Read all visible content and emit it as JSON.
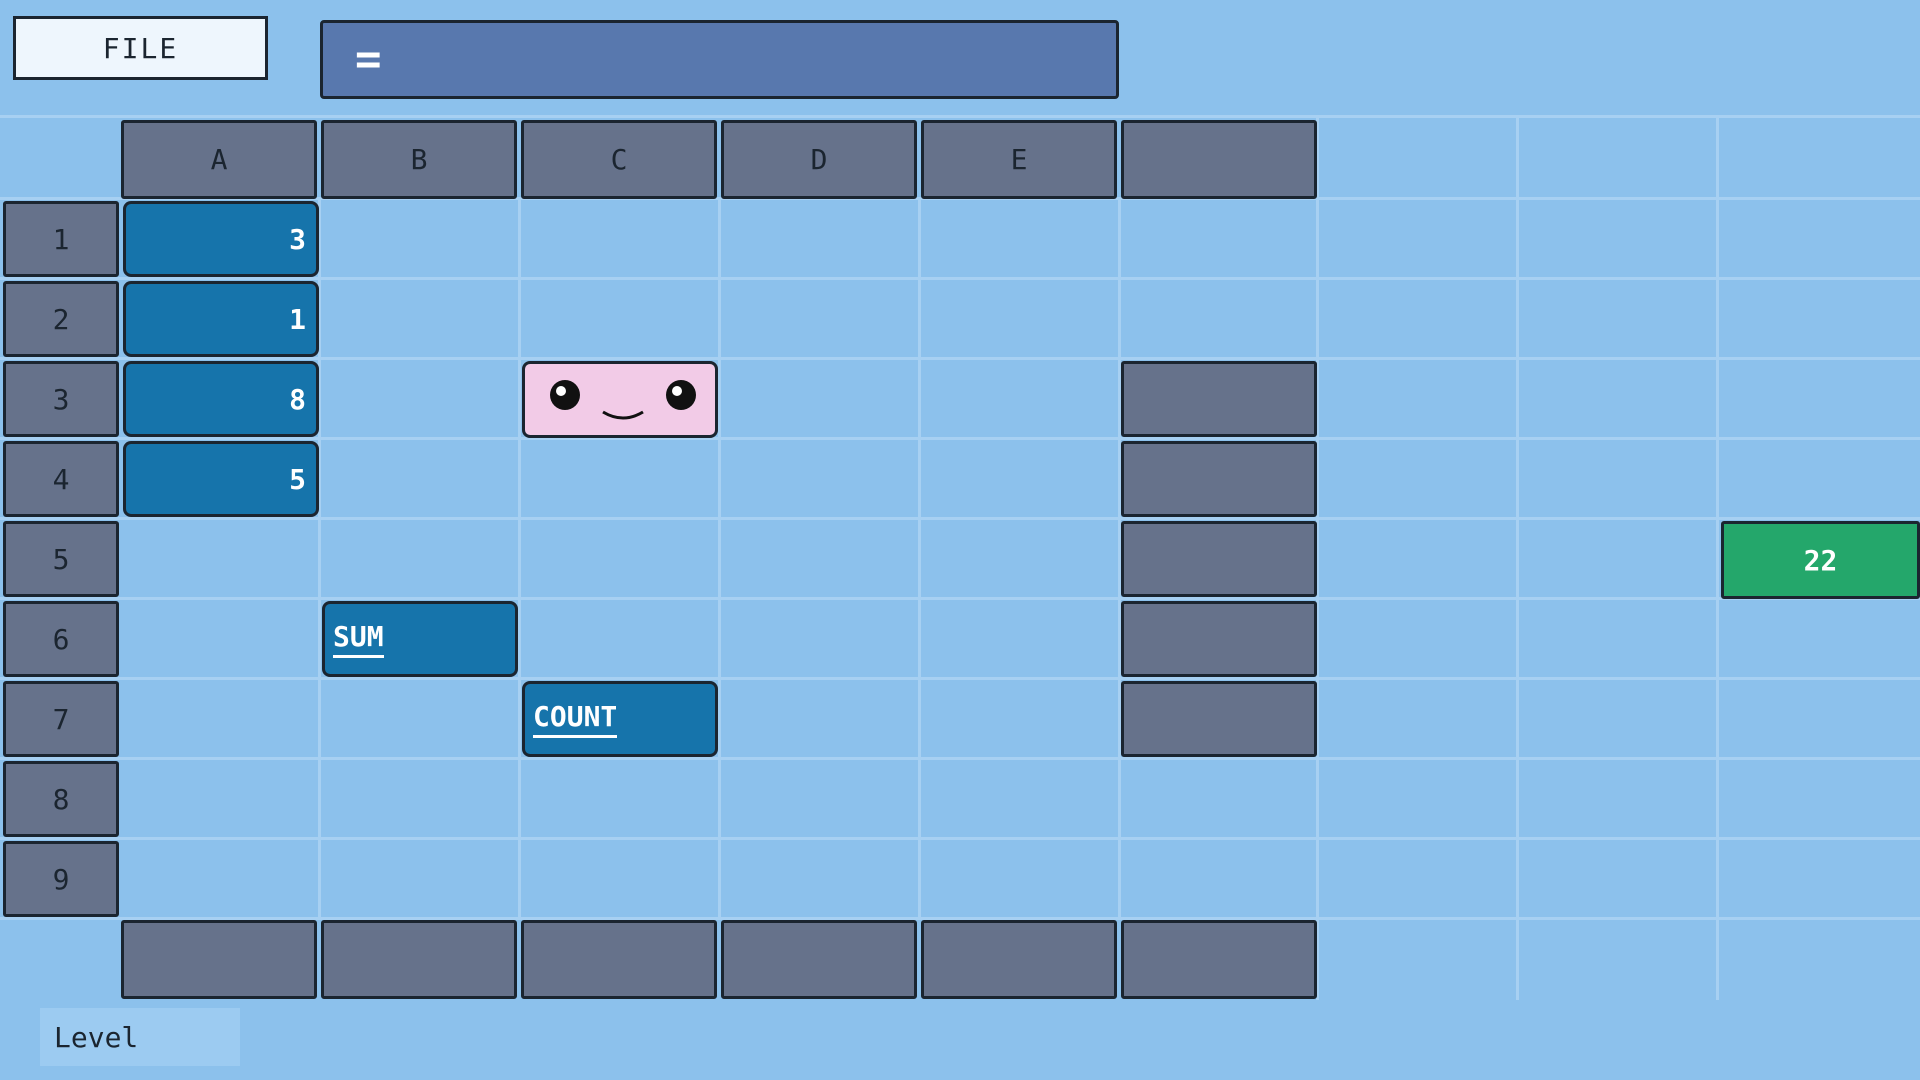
{
  "toolbar": {
    "file_label": "FILE",
    "formula_text": "="
  },
  "columns": [
    "A",
    "B",
    "C",
    "D",
    "E"
  ],
  "rows": [
    "1",
    "2",
    "3",
    "4",
    "5",
    "6",
    "7",
    "8",
    "9"
  ],
  "cells": {
    "a1": "3",
    "a2": "1",
    "a3": "8",
    "a4": "5",
    "b6": "SUM",
    "c7": "COUNT"
  },
  "result": {
    "value": "22"
  },
  "footer": {
    "level_label": "Level"
  },
  "colors": {
    "background": "#8cc1ec",
    "header": "#66728b",
    "number_cell": "#1674ab",
    "result_cell": "#24a76b",
    "face_cell": "#f2cbe7",
    "formula_bar": "#5878ae"
  }
}
